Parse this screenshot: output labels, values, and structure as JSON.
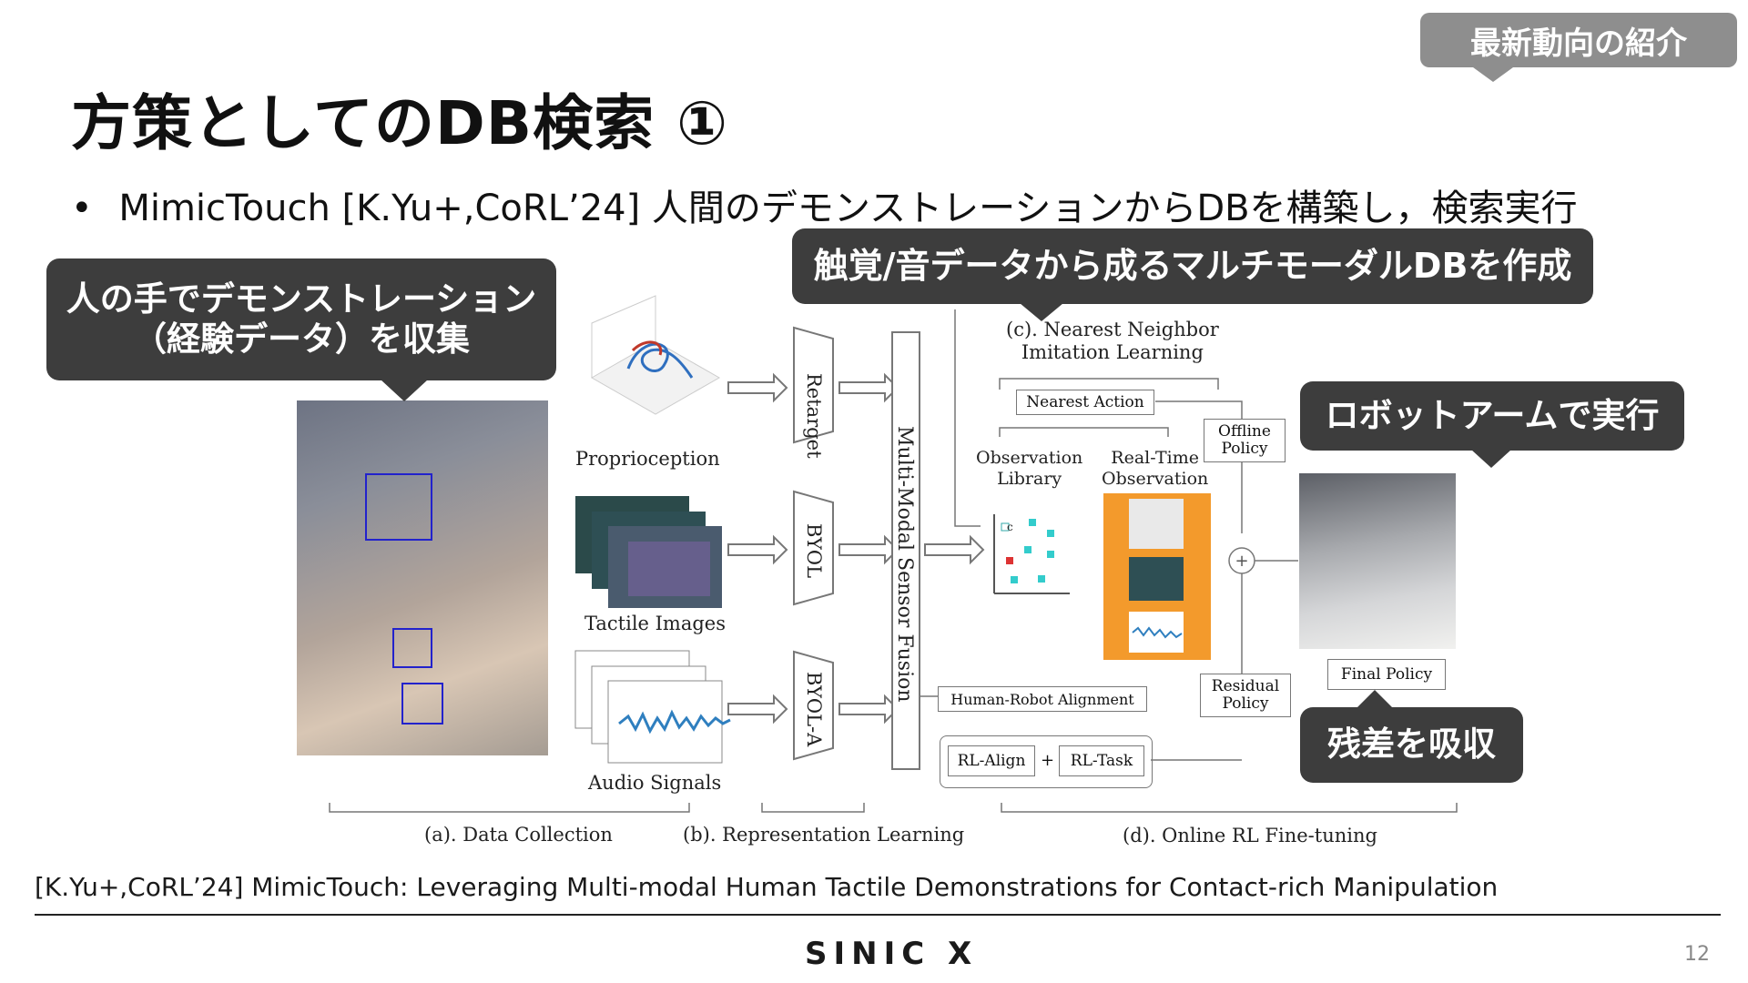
{
  "header": {
    "tag": "最新動向の紹介",
    "title": "方策としてのDB検索 ①"
  },
  "bullet": {
    "marker": "•",
    "text": "MimicTouch [K.Yu+,CoRL’24] 人間のデモンストレーションからDBを構築し，検索実行"
  },
  "callouts": {
    "human_demo_line1": "人の手でデモンストレーション",
    "human_demo_line2": "（経験データ）を収集",
    "multimodal_db": "触覚/音データから成るマルチモーダルDBを作成",
    "robot_arm": "ロボットアームで実行",
    "residual": "残差を吸収"
  },
  "diagram": {
    "proprioception": "Proprioception",
    "tactile_images": "Tactile Images",
    "audio_signals": "Audio Signals",
    "retarget": "Retarget",
    "byol": "BYOL",
    "byol_a": "BYOL-A",
    "fusion": "Multi-Modal Sensor Fusion",
    "nn_title_line1": "(c). Nearest Neighbor",
    "nn_title_line2": "Imitation Learning",
    "nearest_action": "Nearest Action",
    "observation_library_line1": "Observation",
    "observation_library_line2": "Library",
    "realtime_obs_line1": "Real-Time",
    "realtime_obs_line2": "Observation",
    "offline_policy_line1": "Offline",
    "offline_policy_line2": "Policy",
    "residual_policy_line1": "Residual",
    "residual_policy_line2": "Policy",
    "final_policy": "Final Policy",
    "human_robot_alignment": "Human-Robot Alignment",
    "rl_align": "RL-Align",
    "rl_task": "RL-Task",
    "plus": "+",
    "stage_a": "(a). Data Collection",
    "stage_b": "(b). Representation Learning",
    "stage_d": "(d). Online RL Fine-tuning",
    "scatter_label": "c"
  },
  "footer": {
    "reference": "[K.Yu+,CoRL’24] MimicTouch: Leveraging Multi-modal Human Tactile Demonstrations for Contact-rich Manipulation",
    "logo": "SINIC X",
    "page": "12"
  },
  "colors": {
    "callout_bg": "#3d3d3d",
    "tag_bg": "#8e8e8e",
    "orange_panel": "#f39a2c",
    "audio_blue": "#2f7fbf"
  }
}
